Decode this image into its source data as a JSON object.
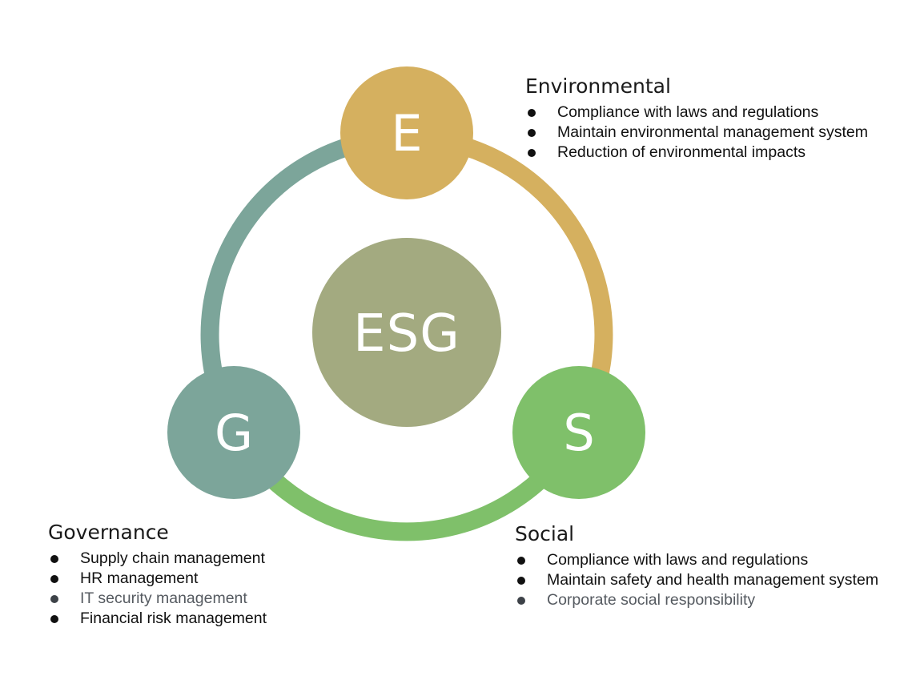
{
  "colors": {
    "environmental": "#d5b05f",
    "social": "#7fc06a",
    "governance": "#7ca59a",
    "center": "#a3aa80",
    "text": "#111111",
    "muted_text": "#555a60"
  },
  "center": {
    "label": "ESG"
  },
  "nodes": {
    "environmental": {
      "letter": "E"
    },
    "social": {
      "letter": "S"
    },
    "governance": {
      "letter": "G"
    }
  },
  "groups": {
    "environmental": {
      "title": "Environmental",
      "items": [
        {
          "text": "Compliance with laws and regulations",
          "muted": false
        },
        {
          "text": "Maintain environmental management system",
          "muted": false
        },
        {
          "text": "Reduction of environmental impacts",
          "muted": false
        }
      ]
    },
    "social": {
      "title": "Social",
      "items": [
        {
          "text": "Compliance with laws and regulations",
          "muted": false
        },
        {
          "text": "Maintain safety and health management system",
          "muted": false
        },
        {
          "text": "Corporate social responsibility",
          "muted": true
        }
      ]
    },
    "governance": {
      "title": "Governance",
      "items": [
        {
          "text": "Supply chain management",
          "muted": false
        },
        {
          "text": "HR management",
          "muted": false
        },
        {
          "text": "IT security management",
          "muted": true
        },
        {
          "text": "Financial risk management",
          "muted": false
        }
      ]
    }
  }
}
